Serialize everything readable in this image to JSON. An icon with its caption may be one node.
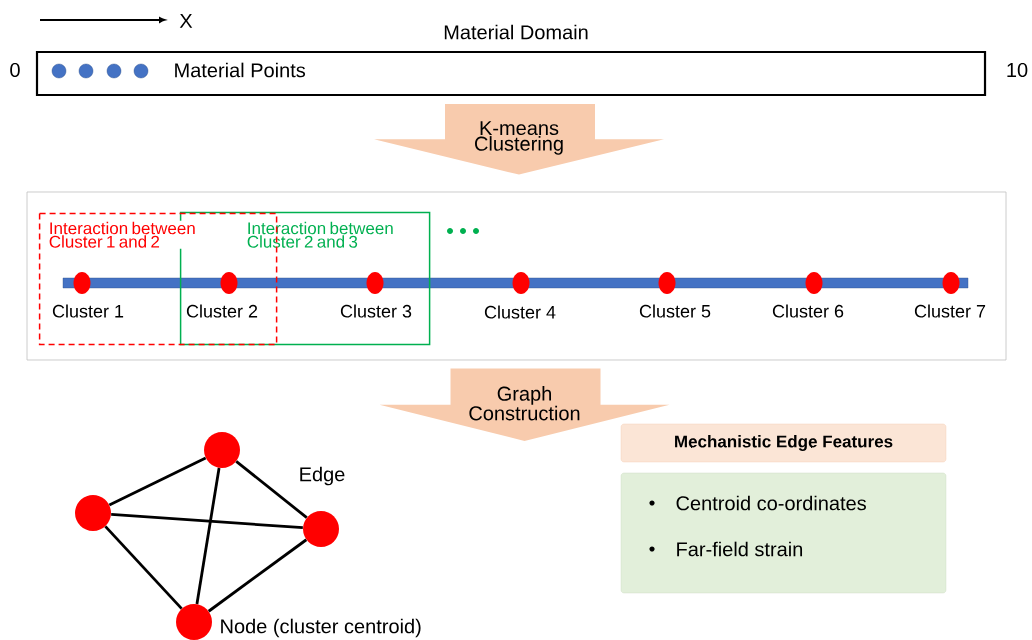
{
  "diagram": {
    "nodes": [
      {
        "text": [
          "Material Domain",
          "Material Points"
        ],
        "beside": [
          "0",
          "10"
        ]
      },
      {
        "text": [],
        "shape": "box"
      },
      {
        "text": [
          "Interaction between Cluster 1 and 2"
        ],
        "in": 1
      },
      {
        "text": [
          "Interaction between Cluster 2 and 3"
        ],
        "in": 1
      },
      {
        "text": [],
        "shape": "circle"
      },
      {
        "text": [],
        "shape": "circle"
      },
      {
        "text": [],
        "shape": "circle"
      },
      {
        "text": [],
        "shape": "circle",
        "beside": [
          "Node (cluster centroid)"
        ]
      },
      {
        "text": [
          "Mechanistic Edge Features"
        ]
      },
      {
        "text": [
          "Centroid co-ordinates",
          "Far-field strain"
        ]
      }
    ],
    "edges": [
      {
        "from": 0,
        "to": 1,
        "arrow": "to",
        "label": "K-means Clustering"
      },
      {
        "from": 1,
        "to": null,
        "arrow": "to",
        "label": "Graph Construction"
      },
      {
        "from": 4,
        "to": 5,
        "arrow": "none"
      },
      {
        "from": 4,
        "to": 6,
        "arrow": "none"
      },
      {
        "from": 4,
        "to": 7,
        "arrow": "none"
      },
      {
        "from": 5,
        "to": 6,
        "arrow": "none"
      },
      {
        "from": 5,
        "to": 7,
        "arrow": "none"
      },
      {
        "from": 6,
        "to": 7,
        "arrow": "none"
      }
    ],
    "labels": [
      "X",
      "Cluster 1",
      "Cluster 2",
      "Cluster 3",
      "Cluster 4",
      "Cluster 5",
      "Cluster 6",
      "Cluster 7",
      "Edge"
    ]
  }
}
